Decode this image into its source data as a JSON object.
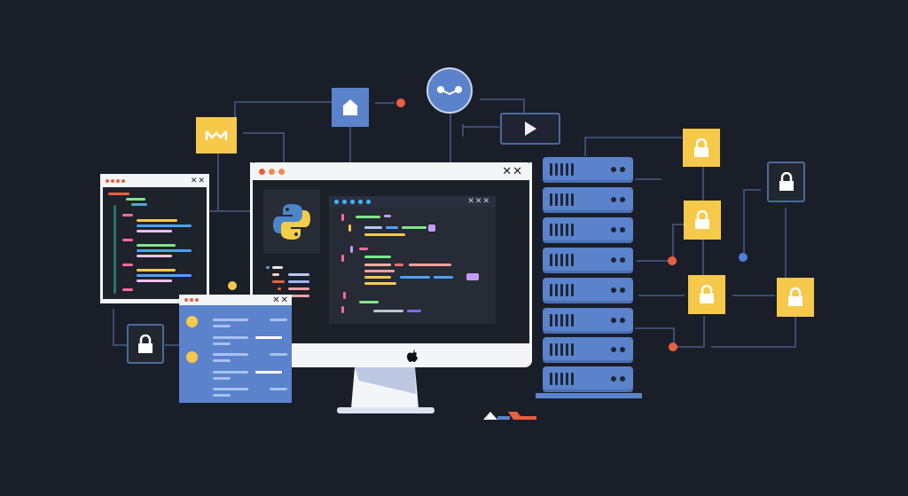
{
  "scene": {
    "description": "Isometric-flat illustration of a developer workstation connected to server rack and secured nodes",
    "background": "#1a1e29"
  },
  "colors": {
    "accent_blue": "#5b83cc",
    "accent_yellow": "#f6c94a",
    "accent_red": "#e8603e",
    "connector": "#3b4d6e",
    "window_chrome": "#f4f5f8",
    "code_bg": "#23272f"
  },
  "main_monitor": {
    "window_controls": [
      "red",
      "orange",
      "orange"
    ],
    "close_glyphs": "✕✕",
    "logo": "apple-logo",
    "editor": {
      "tab_dots": 5,
      "close_glyphs": "✕✕✕",
      "language_icon": "python-icon"
    }
  },
  "left_code_window": {
    "window_controls": 4,
    "close_glyphs": "✕✕"
  },
  "list_window": {
    "close_glyphs": "✕✕",
    "rows": 5
  },
  "top_icons": [
    {
      "name": "mail-icon",
      "color": "#f6c94a"
    },
    {
      "name": "upload-icon",
      "color": "#5b83cc"
    },
    {
      "name": "share-icon",
      "color": "#5b83cc"
    },
    {
      "name": "play-icon",
      "color": "#1a1e29"
    }
  ],
  "server_rack": {
    "units": 8
  },
  "locks": {
    "yellow": 4,
    "dark": 2
  }
}
